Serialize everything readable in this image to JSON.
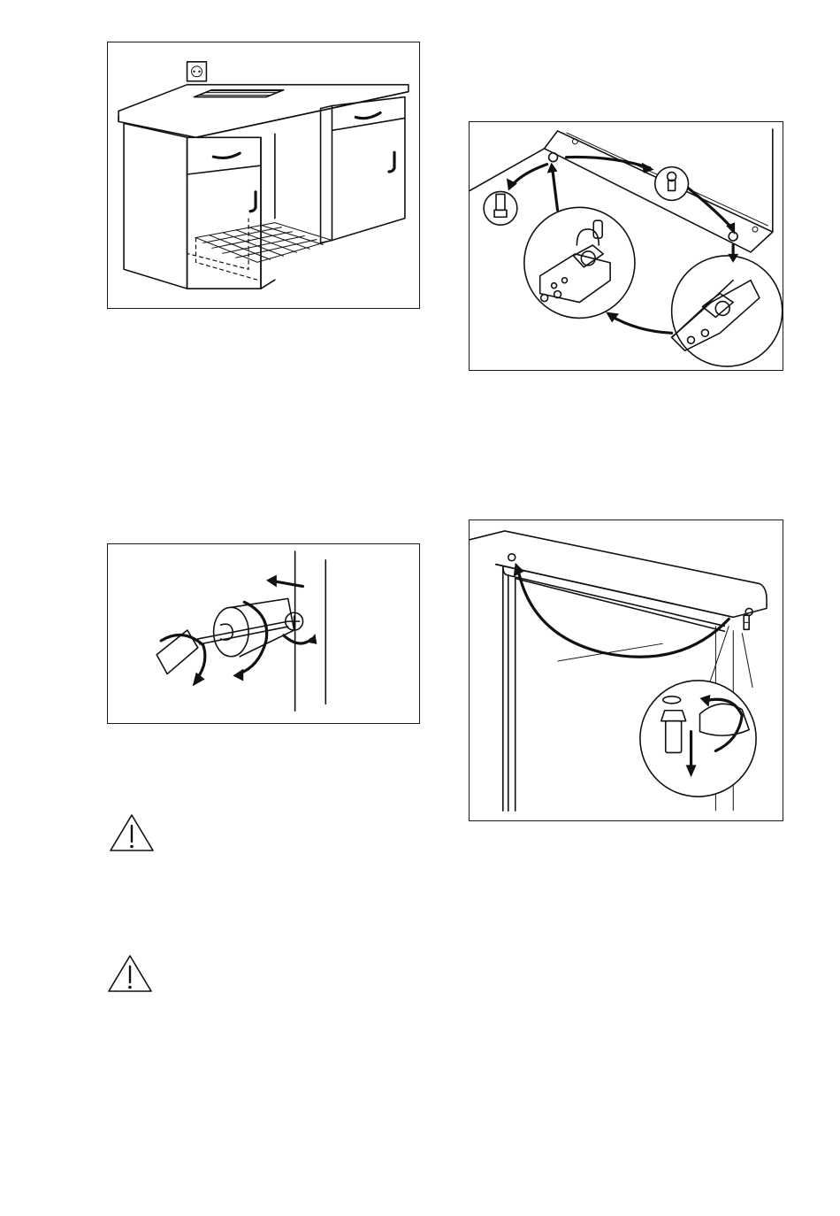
{
  "figures": [
    {
      "id": "cabinet",
      "icon": "kitchen-cabinet-installation-illustration"
    },
    {
      "id": "hinge",
      "icon": "door-hinge-transfer-illustration"
    },
    {
      "id": "screw",
      "icon": "screwdriver-cover-removal-illustration"
    },
    {
      "id": "door",
      "icon": "door-pin-removal-illustration"
    }
  ],
  "warnings": [
    {
      "icon": "warning-triangle-icon"
    },
    {
      "icon": "warning-triangle-icon"
    }
  ],
  "colors": {
    "line": "#111111",
    "background": "#ffffff"
  }
}
